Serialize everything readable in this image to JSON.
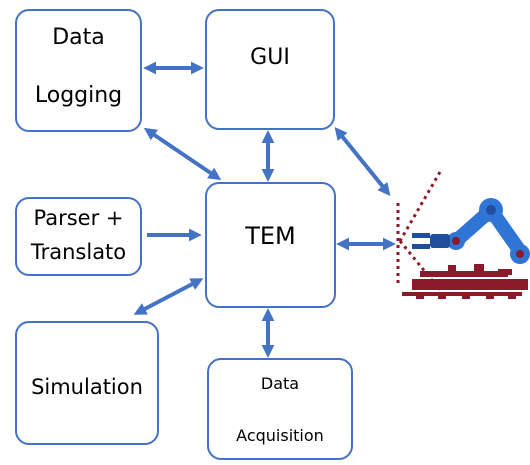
{
  "diagram": {
    "nodes": {
      "data_logging": {
        "line1": "Data",
        "line2": "Logging"
      },
      "gui": {
        "label": "GUI"
      },
      "parser": {
        "line1": "Parser +",
        "line2": "Translato"
      },
      "tem": {
        "label": "TEM"
      },
      "simulation": {
        "label": "Simulation"
      },
      "data_acquisition": {
        "line1": "Data",
        "line2": "Acquisition"
      }
    },
    "edges": [
      {
        "from": "Data Logging",
        "to": "GUI",
        "direction": "bidirectional"
      },
      {
        "from": "GUI",
        "to": "TEM",
        "direction": "bidirectional"
      },
      {
        "from": "Data Logging",
        "to": "TEM",
        "direction": "bidirectional"
      },
      {
        "from": "GUI",
        "to": "robot",
        "direction": "bidirectional"
      },
      {
        "from": "Parser + Translato",
        "to": "TEM",
        "direction": "forward"
      },
      {
        "from": "TEM",
        "to": "robot",
        "direction": "bidirectional"
      },
      {
        "from": "Simulation",
        "to": "TEM",
        "direction": "bidirectional"
      },
      {
        "from": "TEM",
        "to": "Data Acquisition",
        "direction": "bidirectional"
      }
    ],
    "colors": {
      "box_border": "#4472c4",
      "arrow": "#4472c4",
      "robot_blue": "#2e75d6",
      "robot_dark_blue": "#1f4e9c",
      "robot_red": "#8b1a2b",
      "text": "#000000"
    },
    "icons": {
      "robot": "robot-arm-icon"
    }
  }
}
